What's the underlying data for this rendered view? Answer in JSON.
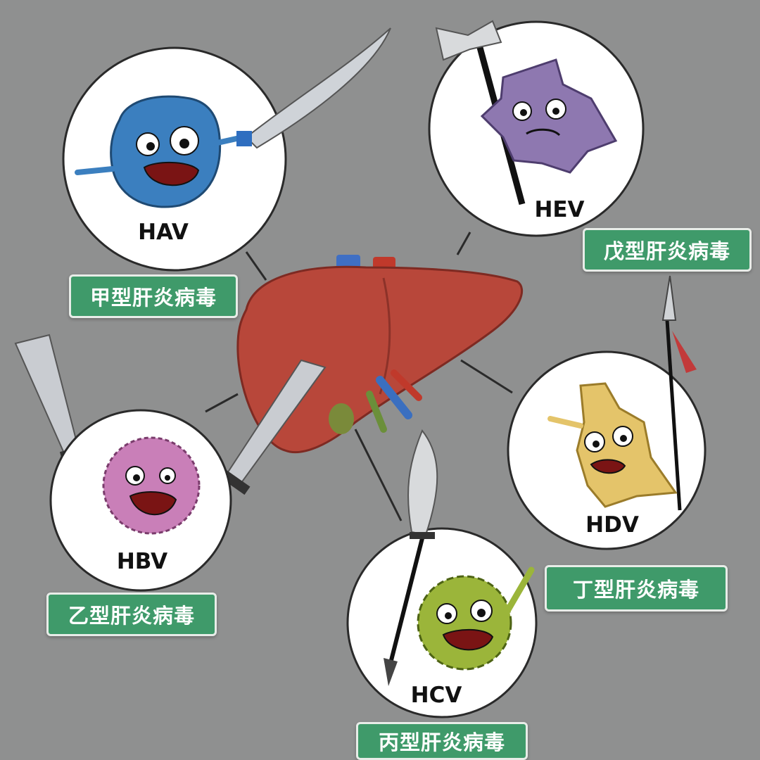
{
  "colors": {
    "background": "#8f9090",
    "label_green": "#3f9a6a",
    "liver": "#b8473a",
    "hav": "#3b7fbf",
    "hbv": "#c97fb8",
    "hcv": "#9bb53a",
    "hdv": "#e4c46a",
    "hev": "#8e78b0"
  },
  "viruses": [
    {
      "code": "HAV",
      "label": "甲型肝炎病毒",
      "body_icon": "blue-blob-virus-icon",
      "weapon_icon": "sword-icon"
    },
    {
      "code": "HEV",
      "label": "戊型肝炎病毒",
      "body_icon": "purple-star-virus-icon",
      "weapon_icon": "axe-icon"
    },
    {
      "code": "HBV",
      "label": "乙型肝炎病毒",
      "body_icon": "pink-fuzzy-virus-icon",
      "weapon_icon": "twin-swords-icon"
    },
    {
      "code": "HDV",
      "label": "丁型肝炎病毒",
      "body_icon": "yellow-virus-icon",
      "weapon_icon": "spear-icon"
    },
    {
      "code": "HCV",
      "label": "丙型肝炎病毒",
      "body_icon": "green-spiky-virus-icon",
      "weapon_icon": "spear-icon"
    }
  ],
  "center_icon": "liver-icon"
}
